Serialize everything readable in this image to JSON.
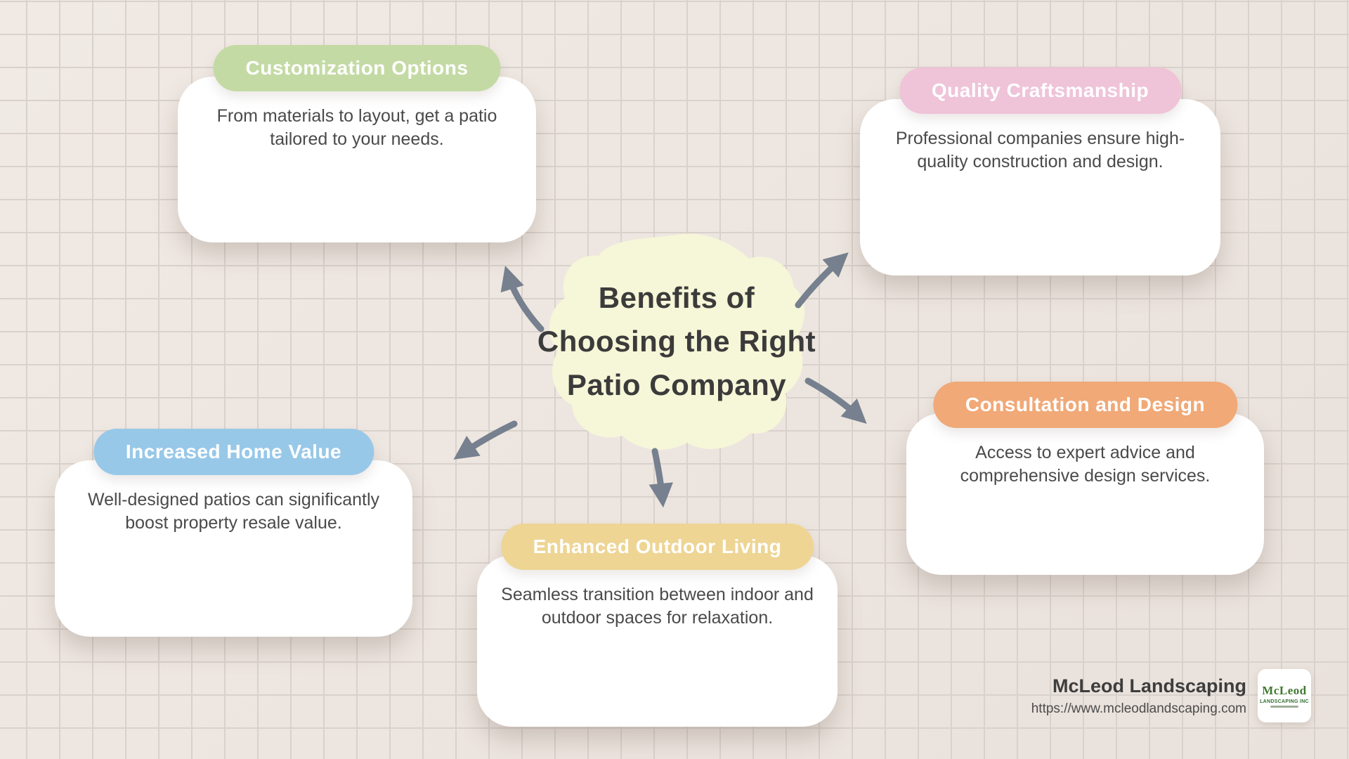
{
  "background": {
    "base_color": "#ede6e0",
    "grid_line_color": "#d9d1cb"
  },
  "center": {
    "title": "Benefits of\nChoosing the Right\nPatio Company",
    "blob_color": "#f6f6d8",
    "text_color": "#3b3b3b"
  },
  "arrows": {
    "color": "#76808e"
  },
  "cards": [
    {
      "title": "Customization Options",
      "body": "From materials to layout, get a patio\ntailored to your needs.",
      "accent": "#c4daa4"
    },
    {
      "title": "Quality Craftsmanship",
      "body": "Professional companies ensure high-\nquality construction and design.",
      "accent": "#efc3d8"
    },
    {
      "title": "Increased Home Value",
      "body": "Well-designed patios can significantly\nboost property resale value.",
      "accent": "#98c8e8"
    },
    {
      "title": "Enhanced Outdoor Living",
      "body": "Seamless transition between indoor and\noutdoor spaces for relaxation.",
      "accent": "#eed594"
    },
    {
      "title": "Consultation and Design",
      "body": "Access to expert advice and\ncomprehensive design services.",
      "accent": "#f0a977"
    }
  ],
  "footer": {
    "company": "McLeod Landscaping",
    "url": "https://www.mcleodlandscaping.com",
    "logo_line1": "McLeod",
    "logo_line2": "LANDSCAPING INC"
  }
}
